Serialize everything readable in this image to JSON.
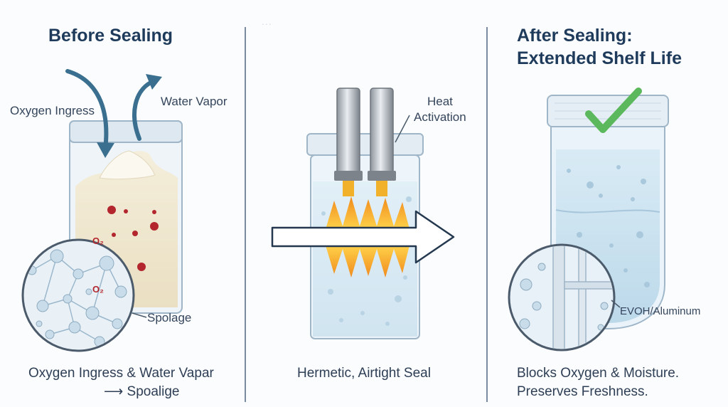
{
  "header_faded": "...",
  "panels": [
    {
      "title_lines": [
        "Before Sealing"
      ],
      "labels": {
        "oxygen": "Oxygen Ingress",
        "vapor": "Water Vapor",
        "spoilage": "Spolage",
        "o2_a": "O₂",
        "o2_b": "O₂"
      },
      "caption_lines": [
        "Oxygen Ingress & Water Vapar",
        "⟶ Spoalige"
      ]
    },
    {
      "labels": {
        "heat": [
          "Heat",
          "Activation"
        ]
      },
      "caption_lines": [
        "Hermetic, Airtight Seal"
      ]
    },
    {
      "title_lines": [
        "After Sealing:",
        "Extended Shelf Life"
      ],
      "labels": {
        "barrier": "EVOH/Aluminum"
      },
      "caption_lines": [
        "Blocks Oxygen & Moisture.",
        "Preserves Freshness."
      ]
    }
  ],
  "colors": {
    "title": "#1f3b5c",
    "arrow_blue": "#3a6f8f",
    "divider": "#7a8aa0",
    "check_green": "#5cb85c",
    "flame_orange": "#f5a623",
    "microbe_red": "#b3262d"
  }
}
